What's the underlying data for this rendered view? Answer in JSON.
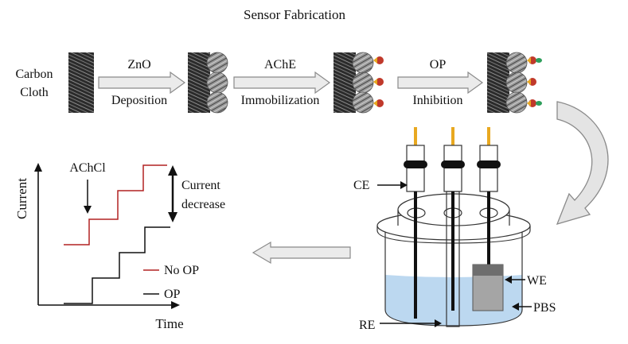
{
  "title": "Sensor Fabrication",
  "steps": {
    "substrate": [
      "Carbon",
      "Cloth"
    ],
    "zno": {
      "top": "ZnO",
      "bottom": "Deposition"
    },
    "ache": {
      "top": "AChE",
      "bottom": "Immobilization"
    },
    "op": {
      "top": "OP",
      "bottom": "Inhibition"
    }
  },
  "cell": {
    "ce": "CE",
    "re": "RE",
    "we": "WE",
    "pbs": "PBS"
  },
  "chart": {
    "ylabel": "Current",
    "xlabel": "Time",
    "substrate_label": "AChCl",
    "decrease_label": [
      "Current",
      "decrease"
    ],
    "legend": [
      {
        "name": "No OP",
        "color": "#b22222"
      },
      {
        "name": "OP",
        "color": "#111111"
      }
    ]
  },
  "colors": {
    "arrow_fill": "#ebebeb",
    "arrow_stroke": "#8a8a8a",
    "solution": "#bcd8f0",
    "electrode_tip": "#e8a820",
    "enzyme": "#c0392b",
    "op_molecule": "#2e9e5b"
  }
}
